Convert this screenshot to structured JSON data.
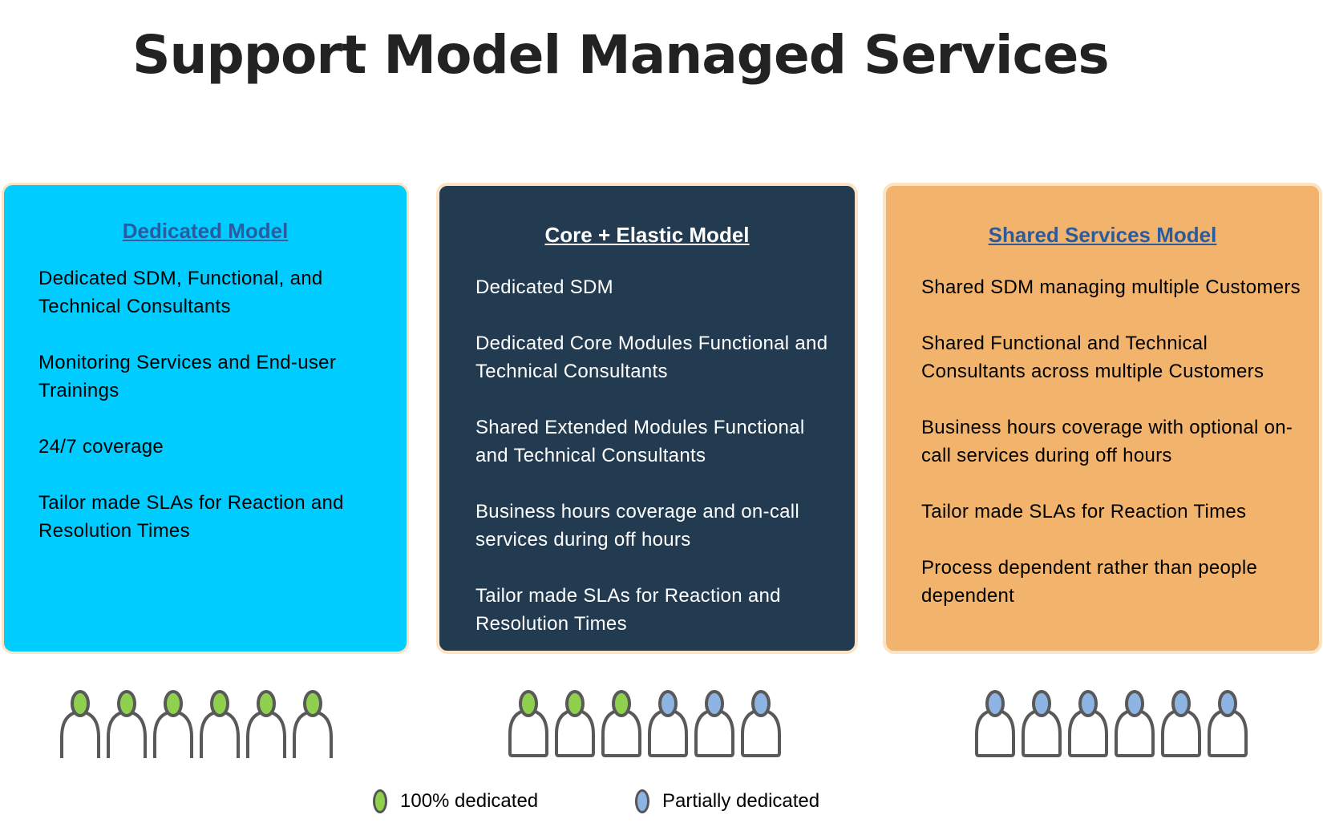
{
  "title": "Support Model Managed Services",
  "colors": {
    "dedicated": "#8fd14f",
    "partial": "#8eb4e3"
  },
  "models": [
    {
      "heading": "Dedicated Model",
      "items": [
        "Dedicated SDM, Functional, and Technical Consultants",
        "Monitoring Services and End-user Trainings",
        "24/7 coverage",
        "Tailor made SLAs for Reaction and Resolution Times"
      ],
      "people": [
        "dedicated",
        "dedicated",
        "dedicated",
        "dedicated",
        "dedicated",
        "dedicated"
      ]
    },
    {
      "heading": "Core  + Elastic Model",
      "items": [
        "Dedicated SDM",
        "Dedicated Core Modules Functional and Technical Consultants",
        "Shared Extended Modules Functional and Technical Consultants",
        "Business hours coverage and on-call services during off hours",
        "Tailor made SLAs for Reaction and Resolution Times"
      ],
      "people": [
        "dedicated",
        "dedicated",
        "dedicated",
        "partial",
        "partial",
        "partial"
      ]
    },
    {
      "heading": "Shared Services Model",
      "items": [
        "Shared SDM managing multiple Customers",
        "Shared Functional and Technical Consultants across multiple Customers",
        "Business hours coverage with optional on-call services during off hours",
        "Tailor made SLAs for Reaction Times",
        "Process dependent rather than people dependent"
      ],
      "people": [
        "partial",
        "partial",
        "partial",
        "partial",
        "partial",
        "partial"
      ]
    }
  ],
  "legend": {
    "dedicated": "100% dedicated",
    "partial": "Partially dedicated"
  }
}
